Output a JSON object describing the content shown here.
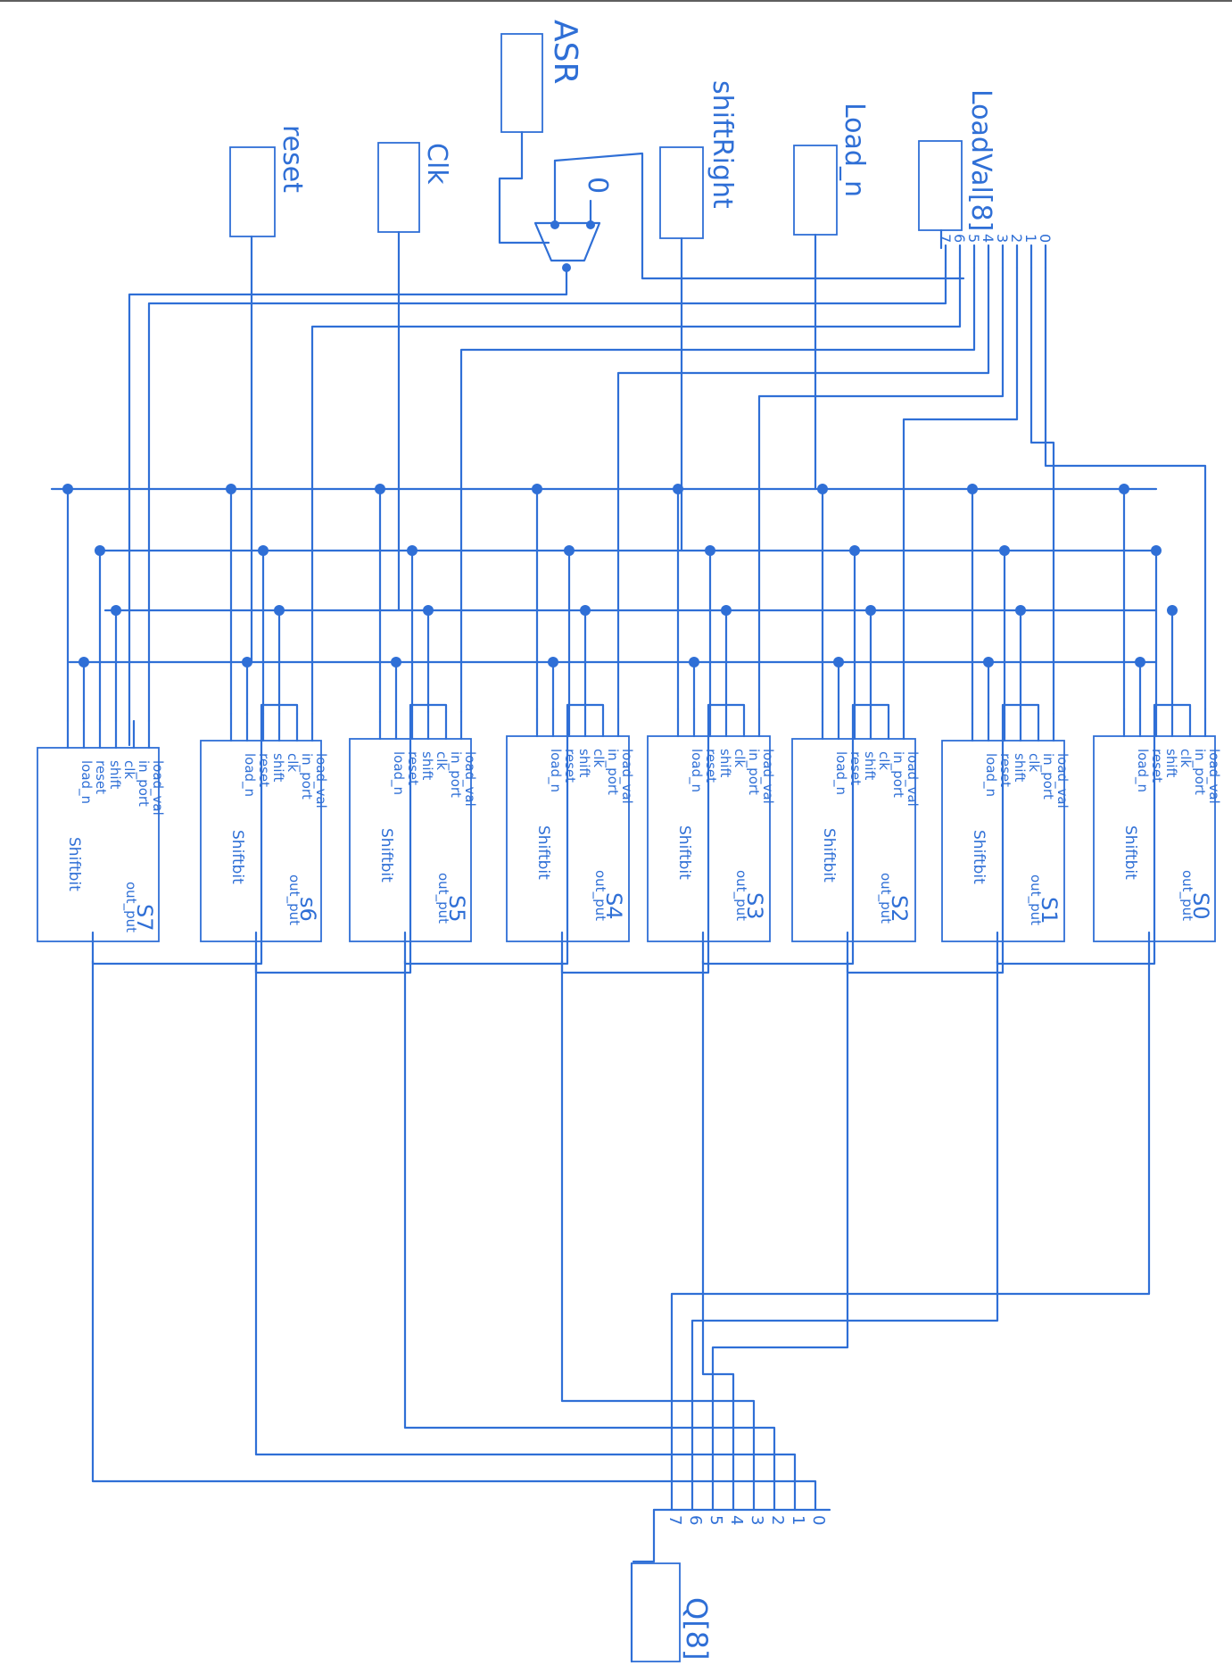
{
  "inputs": {
    "asr": "ASR",
    "reset": "reset",
    "clk": "Clk",
    "shift_right": "shiftRight",
    "load_n": "Load_n",
    "load_val": "LoadVal[8]"
  },
  "mux_const": "0",
  "bus_in_bits": [
    "7",
    "6",
    "5",
    "4",
    "3",
    "2",
    "1",
    "0"
  ],
  "bus_out_bits": [
    "7",
    "6",
    "5",
    "4",
    "3",
    "2",
    "1",
    "0"
  ],
  "output": {
    "label": "Q[8]"
  },
  "module": {
    "name": "Shiftbit",
    "pins_left": [
      "load_val",
      "in_port",
      "clk",
      "shift",
      "reset",
      "load_n"
    ],
    "pin_out": "out_put"
  },
  "cells": [
    {
      "id": "s7",
      "label": "S7"
    },
    {
      "id": "s6",
      "label": "s6"
    },
    {
      "id": "s5",
      "label": "S5"
    },
    {
      "id": "s4",
      "label": "S4"
    },
    {
      "id": "s3",
      "label": "S3"
    },
    {
      "id": "s2",
      "label": "S2"
    },
    {
      "id": "s1",
      "label": "S1"
    },
    {
      "id": "s0",
      "label": "S0"
    }
  ],
  "colors": {
    "ink": "#2f6fd6",
    "paper": "#ffffff"
  }
}
